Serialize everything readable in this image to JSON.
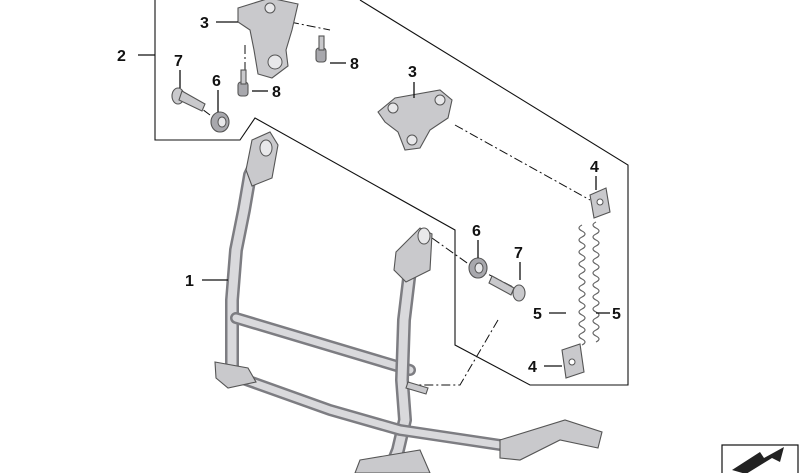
{
  "diagram": {
    "callouts": [
      {
        "id": "c1",
        "label": "1"
      },
      {
        "id": "c2",
        "label": "2"
      },
      {
        "id": "c3a",
        "label": "3"
      },
      {
        "id": "c3b",
        "label": "3"
      },
      {
        "id": "c4a",
        "label": "4"
      },
      {
        "id": "c4b",
        "label": "4"
      },
      {
        "id": "c5a",
        "label": "5"
      },
      {
        "id": "c5b",
        "label": "5"
      },
      {
        "id": "c6a",
        "label": "6"
      },
      {
        "id": "c6b",
        "label": "6"
      },
      {
        "id": "c7a",
        "label": "7"
      },
      {
        "id": "c7b",
        "label": "7"
      },
      {
        "id": "c8a",
        "label": "8"
      },
      {
        "id": "c8b",
        "label": "8"
      }
    ],
    "colors": {
      "part_fill": "#c9c9cc",
      "part_stroke": "#555555",
      "line": "#111111"
    }
  }
}
